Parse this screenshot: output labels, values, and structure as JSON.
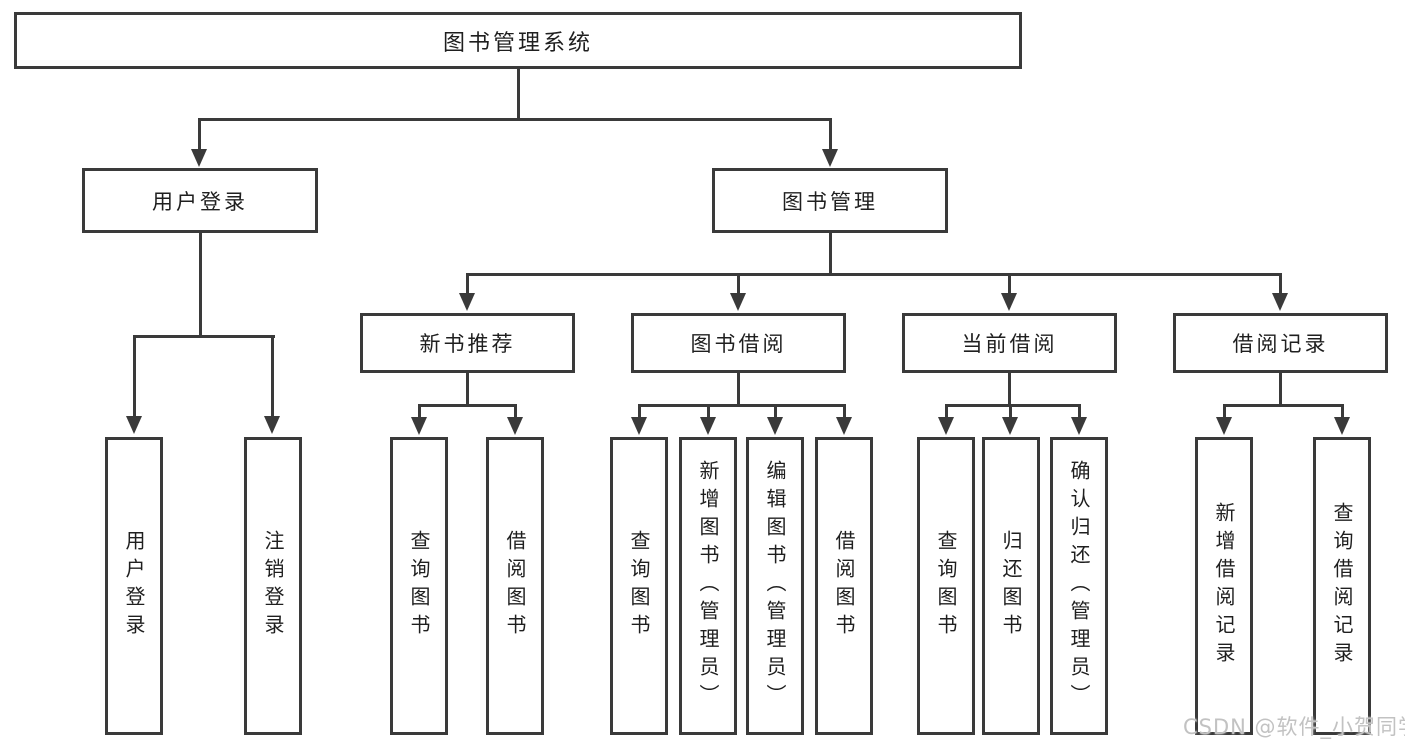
{
  "diagram": {
    "root": {
      "label": "图书管理系统"
    },
    "level2": [
      {
        "label": "用户登录"
      },
      {
        "label": "图书管理"
      }
    ],
    "level3": [
      {
        "label": "新书推荐"
      },
      {
        "label": "图书借阅"
      },
      {
        "label": "当前借阅"
      },
      {
        "label": "借阅记录"
      }
    ],
    "leaves": {
      "user_login": [
        {
          "label": "用户登录"
        },
        {
          "label": "注销登录"
        }
      ],
      "new_book_recommend": [
        {
          "label": "查询图书"
        },
        {
          "label": "借阅图书"
        }
      ],
      "book_borrowing": [
        {
          "label": "查询图书"
        },
        {
          "label": "新增图书（管理员）"
        },
        {
          "label": "编辑图书（管理员）"
        },
        {
          "label": "借阅图书"
        }
      ],
      "current_borrowing": [
        {
          "label": "查询图书"
        },
        {
          "label": "归还图书"
        },
        {
          "label": "确认归还（管理员）"
        }
      ],
      "borrow_records": [
        {
          "label": "新增借阅记录"
        },
        {
          "label": "查询借阅记录"
        }
      ]
    }
  },
  "watermark": {
    "text": "CSDN @软件_小贺同学"
  },
  "colors": {
    "line": "#3a3a3a",
    "text": "#1f1f1f",
    "watermark": "#c2c2c2",
    "background": "#ffffff"
  }
}
